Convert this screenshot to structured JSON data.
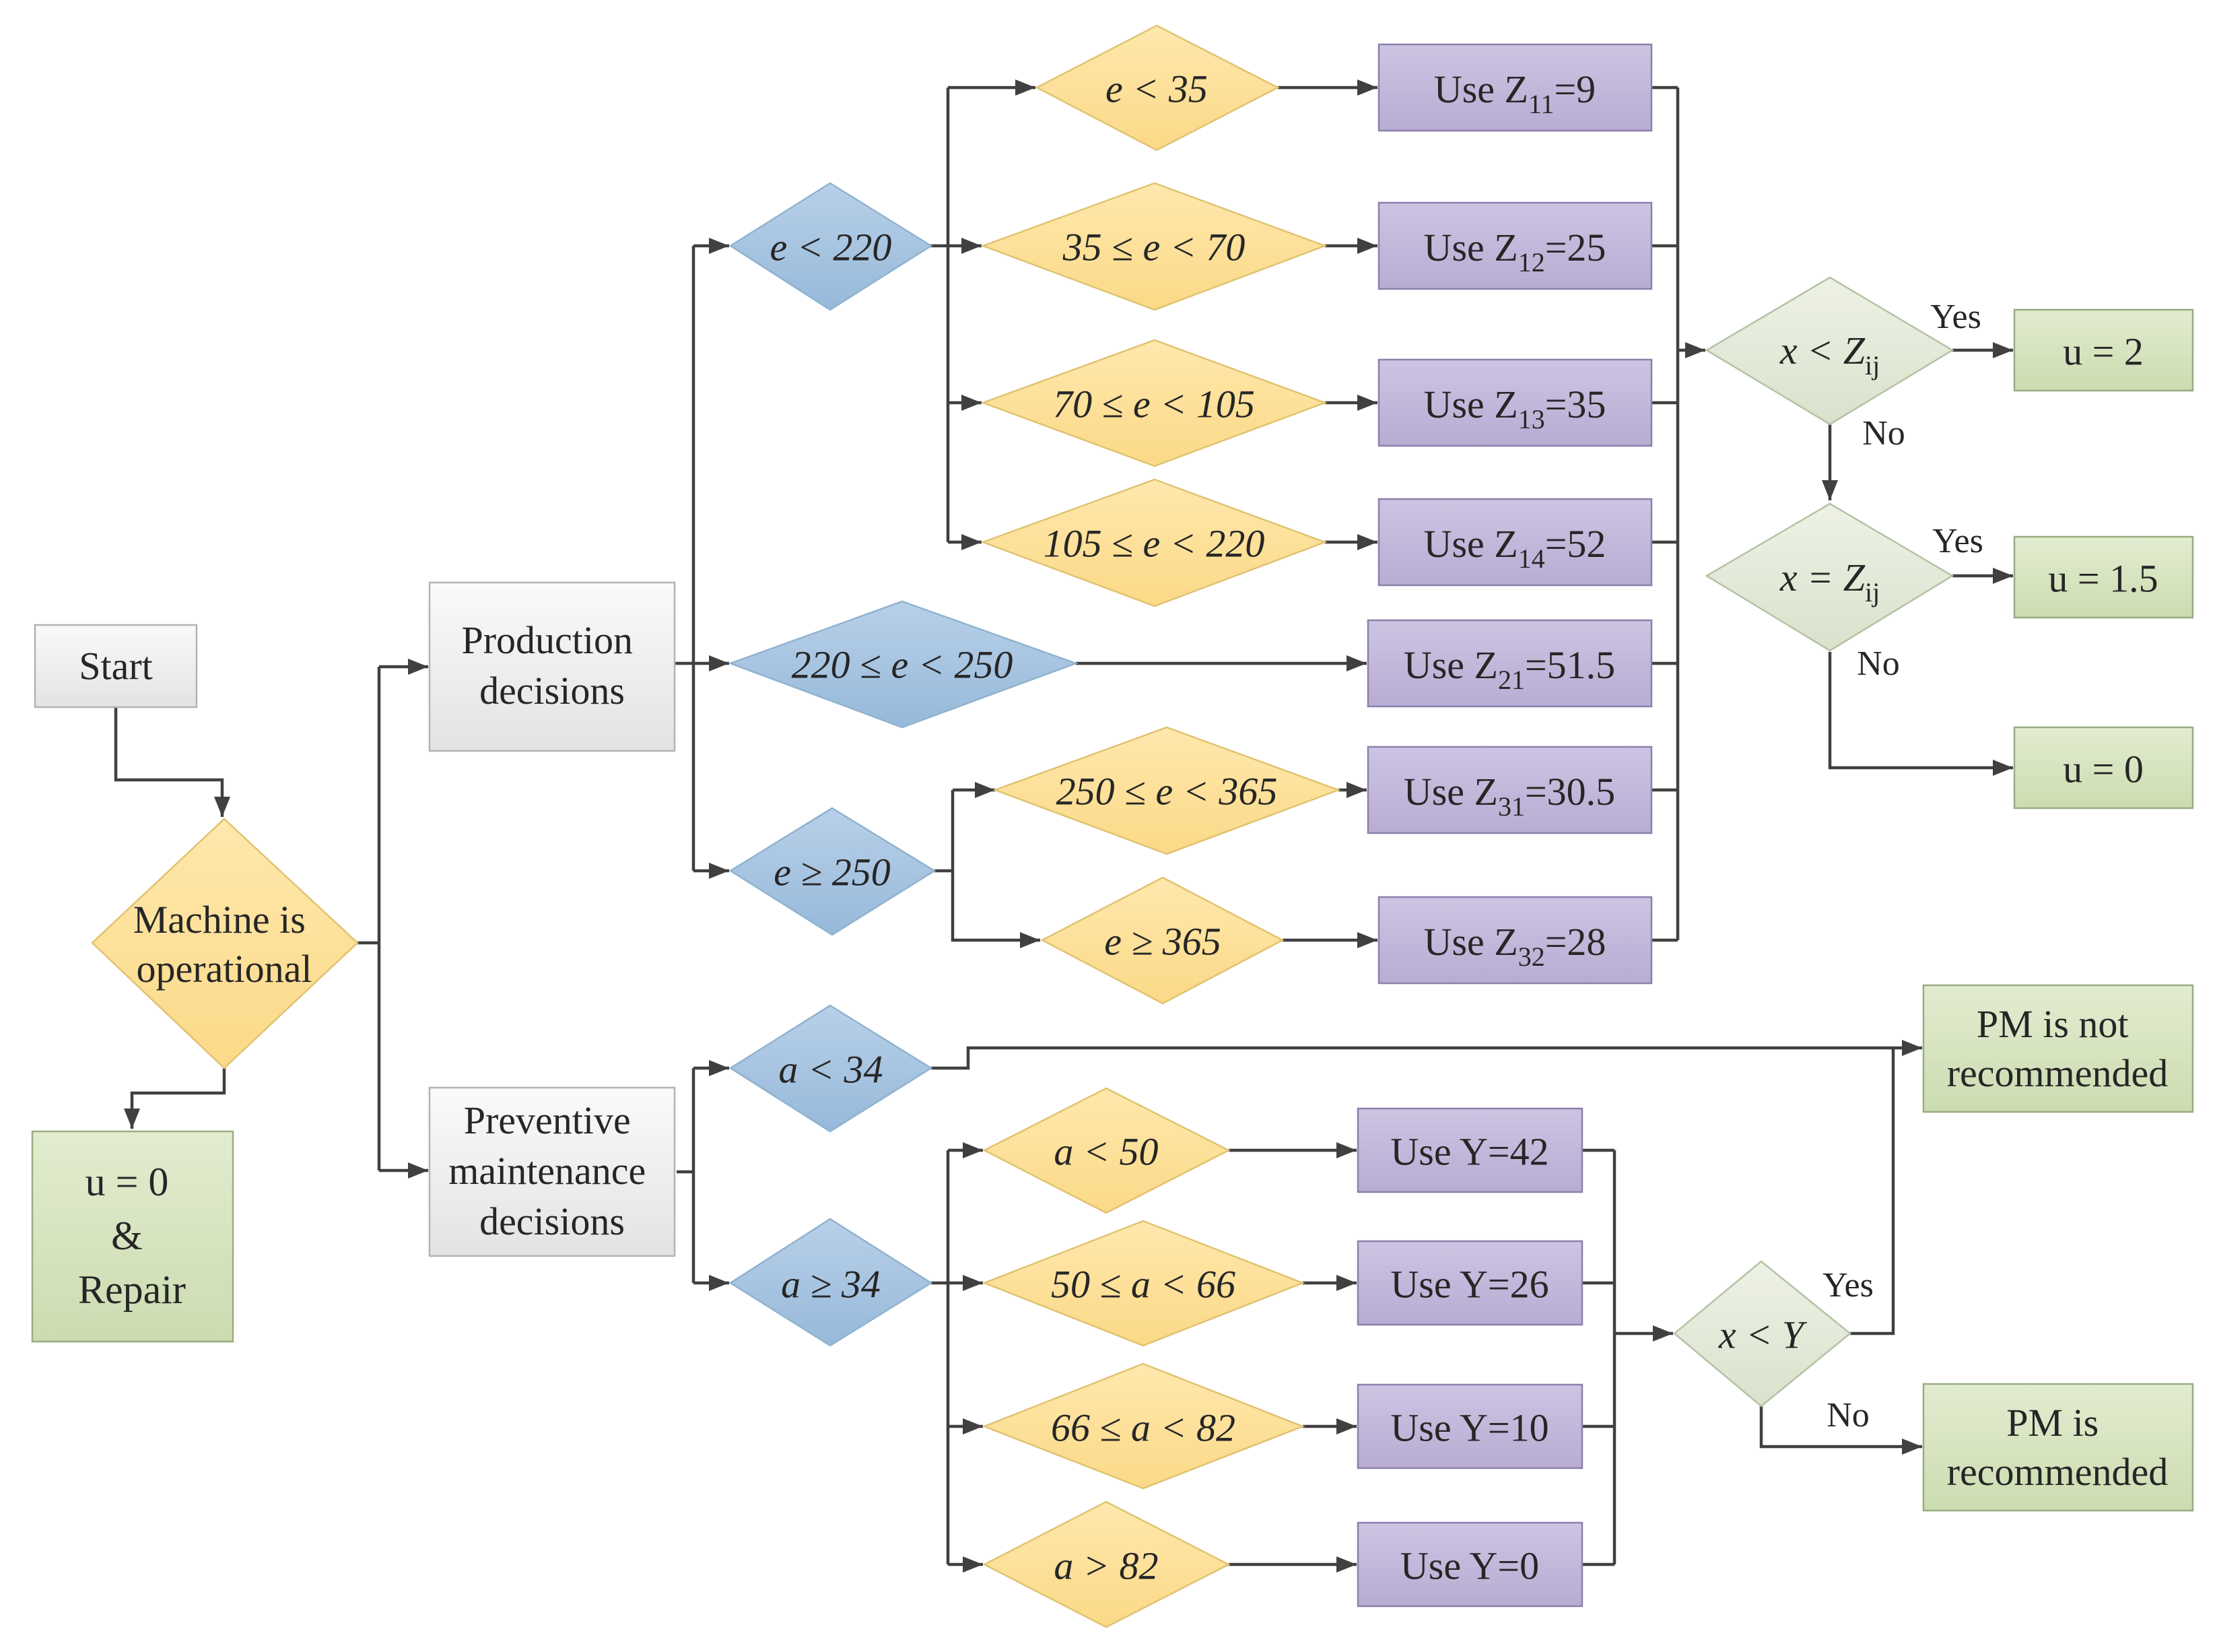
{
  "colors": {
    "process_box": "#ebebeb",
    "action_box": "#c4b9db",
    "result_box": "#d7e4bd",
    "e_condition_diamond": "#ffe199",
    "range_diamond": "#a6c4e0",
    "comparison_diamond": "#e3ead8",
    "connector": "#404040"
  },
  "nodes": {
    "start": "Start",
    "machine_operational": [
      "Machine is",
      "operational"
    ],
    "repair": [
      "u = 0",
      "&",
      "Repair"
    ],
    "production": [
      "Production",
      "decisions"
    ],
    "pm": [
      "Preventive",
      "maintenance",
      "decisions"
    ],
    "e_lt_220": "e < 220",
    "e_220_250": "220 ≤ e < 250",
    "e_ge_250": "e ≥ 250",
    "e_lt_35": "e < 35",
    "e_35_70": "35 ≤ e < 70",
    "e_70_105": "70 ≤ e < 105",
    "e_105_220": "105 ≤ e < 220",
    "e_250_365": "250 ≤ e < 365",
    "e_ge_365": "e ≥ 365",
    "z11": {
      "prefix": "Use Z",
      "sub": "11",
      "value": "=9"
    },
    "z12": {
      "prefix": "Use Z",
      "sub": "12",
      "value": "=25"
    },
    "z13": {
      "prefix": "Use Z",
      "sub": "13",
      "value": "=35"
    },
    "z14": {
      "prefix": "Use Z",
      "sub": "14",
      "value": "=52"
    },
    "z21": {
      "prefix": "Use Z",
      "sub": "21",
      "value": "=51.5"
    },
    "z31": {
      "prefix": "Use Z",
      "sub": "31",
      "value": "=30.5"
    },
    "z32": {
      "prefix": "Use Z",
      "sub": "32",
      "value": "=28"
    },
    "x_lt_zij": {
      "left": "x < Z",
      "sub": "ij"
    },
    "x_eq_zij": {
      "left": "x = Z",
      "sub": "ij"
    },
    "u2": "u = 2",
    "u15": "u = 1.5",
    "u0": "u = 0",
    "a_lt_34": "a < 34",
    "a_ge_34": "a ≥ 34",
    "a_lt_50": "a < 50",
    "a_50_66": "50 ≤ a < 66",
    "a_66_82": "66 ≤ a < 82",
    "a_gt_82": "a > 82",
    "y42": "Use Y=42",
    "y26": "Use Y=26",
    "y10": "Use Y=10",
    "y0": "Use Y=0",
    "x_lt_y": "x < Y",
    "pm_not": [
      "PM is not",
      "recommended"
    ],
    "pm_rec": [
      "PM is",
      "recommended"
    ]
  },
  "edge_labels": {
    "yes": "Yes",
    "no": "No"
  }
}
